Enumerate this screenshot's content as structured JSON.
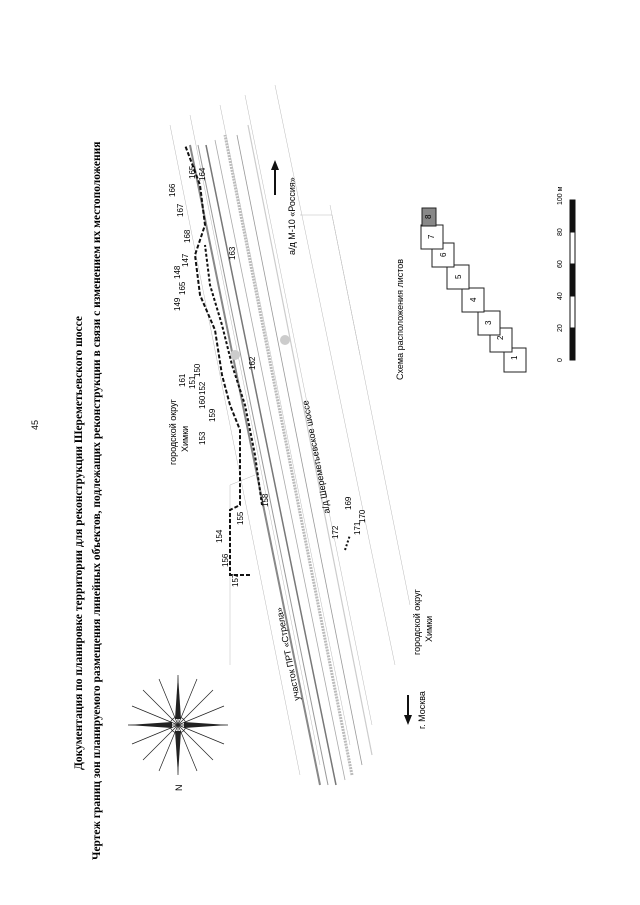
{
  "page_number": "45",
  "title": {
    "line1": "Документация по планировке территории для реконструкции Шереметьевского шоссе",
    "line2": "Чертеж границ зон планируемого размещения линейных объектов, подлежащих реконструкции в связи с изменением их местоположения"
  },
  "map": {
    "compass_label": "N",
    "district_north": [
      "городской округ",
      "Химки"
    ],
    "district_south": [
      "городской округ",
      "Химки"
    ],
    "direction_moscow": "г. Москва",
    "direction_m10": "а/д М-10 «Россия»",
    "road_sheremetyevo": "а/д Шереметьевское шоссе",
    "road_prt": "участок ПРТ «Стрела»",
    "point_labels": [
      "147",
      "148",
      "149",
      "150",
      "151",
      "152",
      "153",
      "154",
      "155",
      "156",
      "157",
      "158",
      "159",
      "160",
      "161",
      "162",
      "163",
      "164",
      "165",
      "165",
      "166",
      "167",
      "168",
      "169",
      "170",
      "171",
      "172"
    ]
  },
  "sheet_scheme": {
    "title": "Схема расположения листов",
    "sheets": [
      "1",
      "2",
      "3",
      "4",
      "5",
      "6",
      "7",
      "8"
    ]
  },
  "scale_bar": {
    "ticks": [
      "0",
      "20",
      "40",
      "60",
      "80",
      "100 м"
    ]
  }
}
